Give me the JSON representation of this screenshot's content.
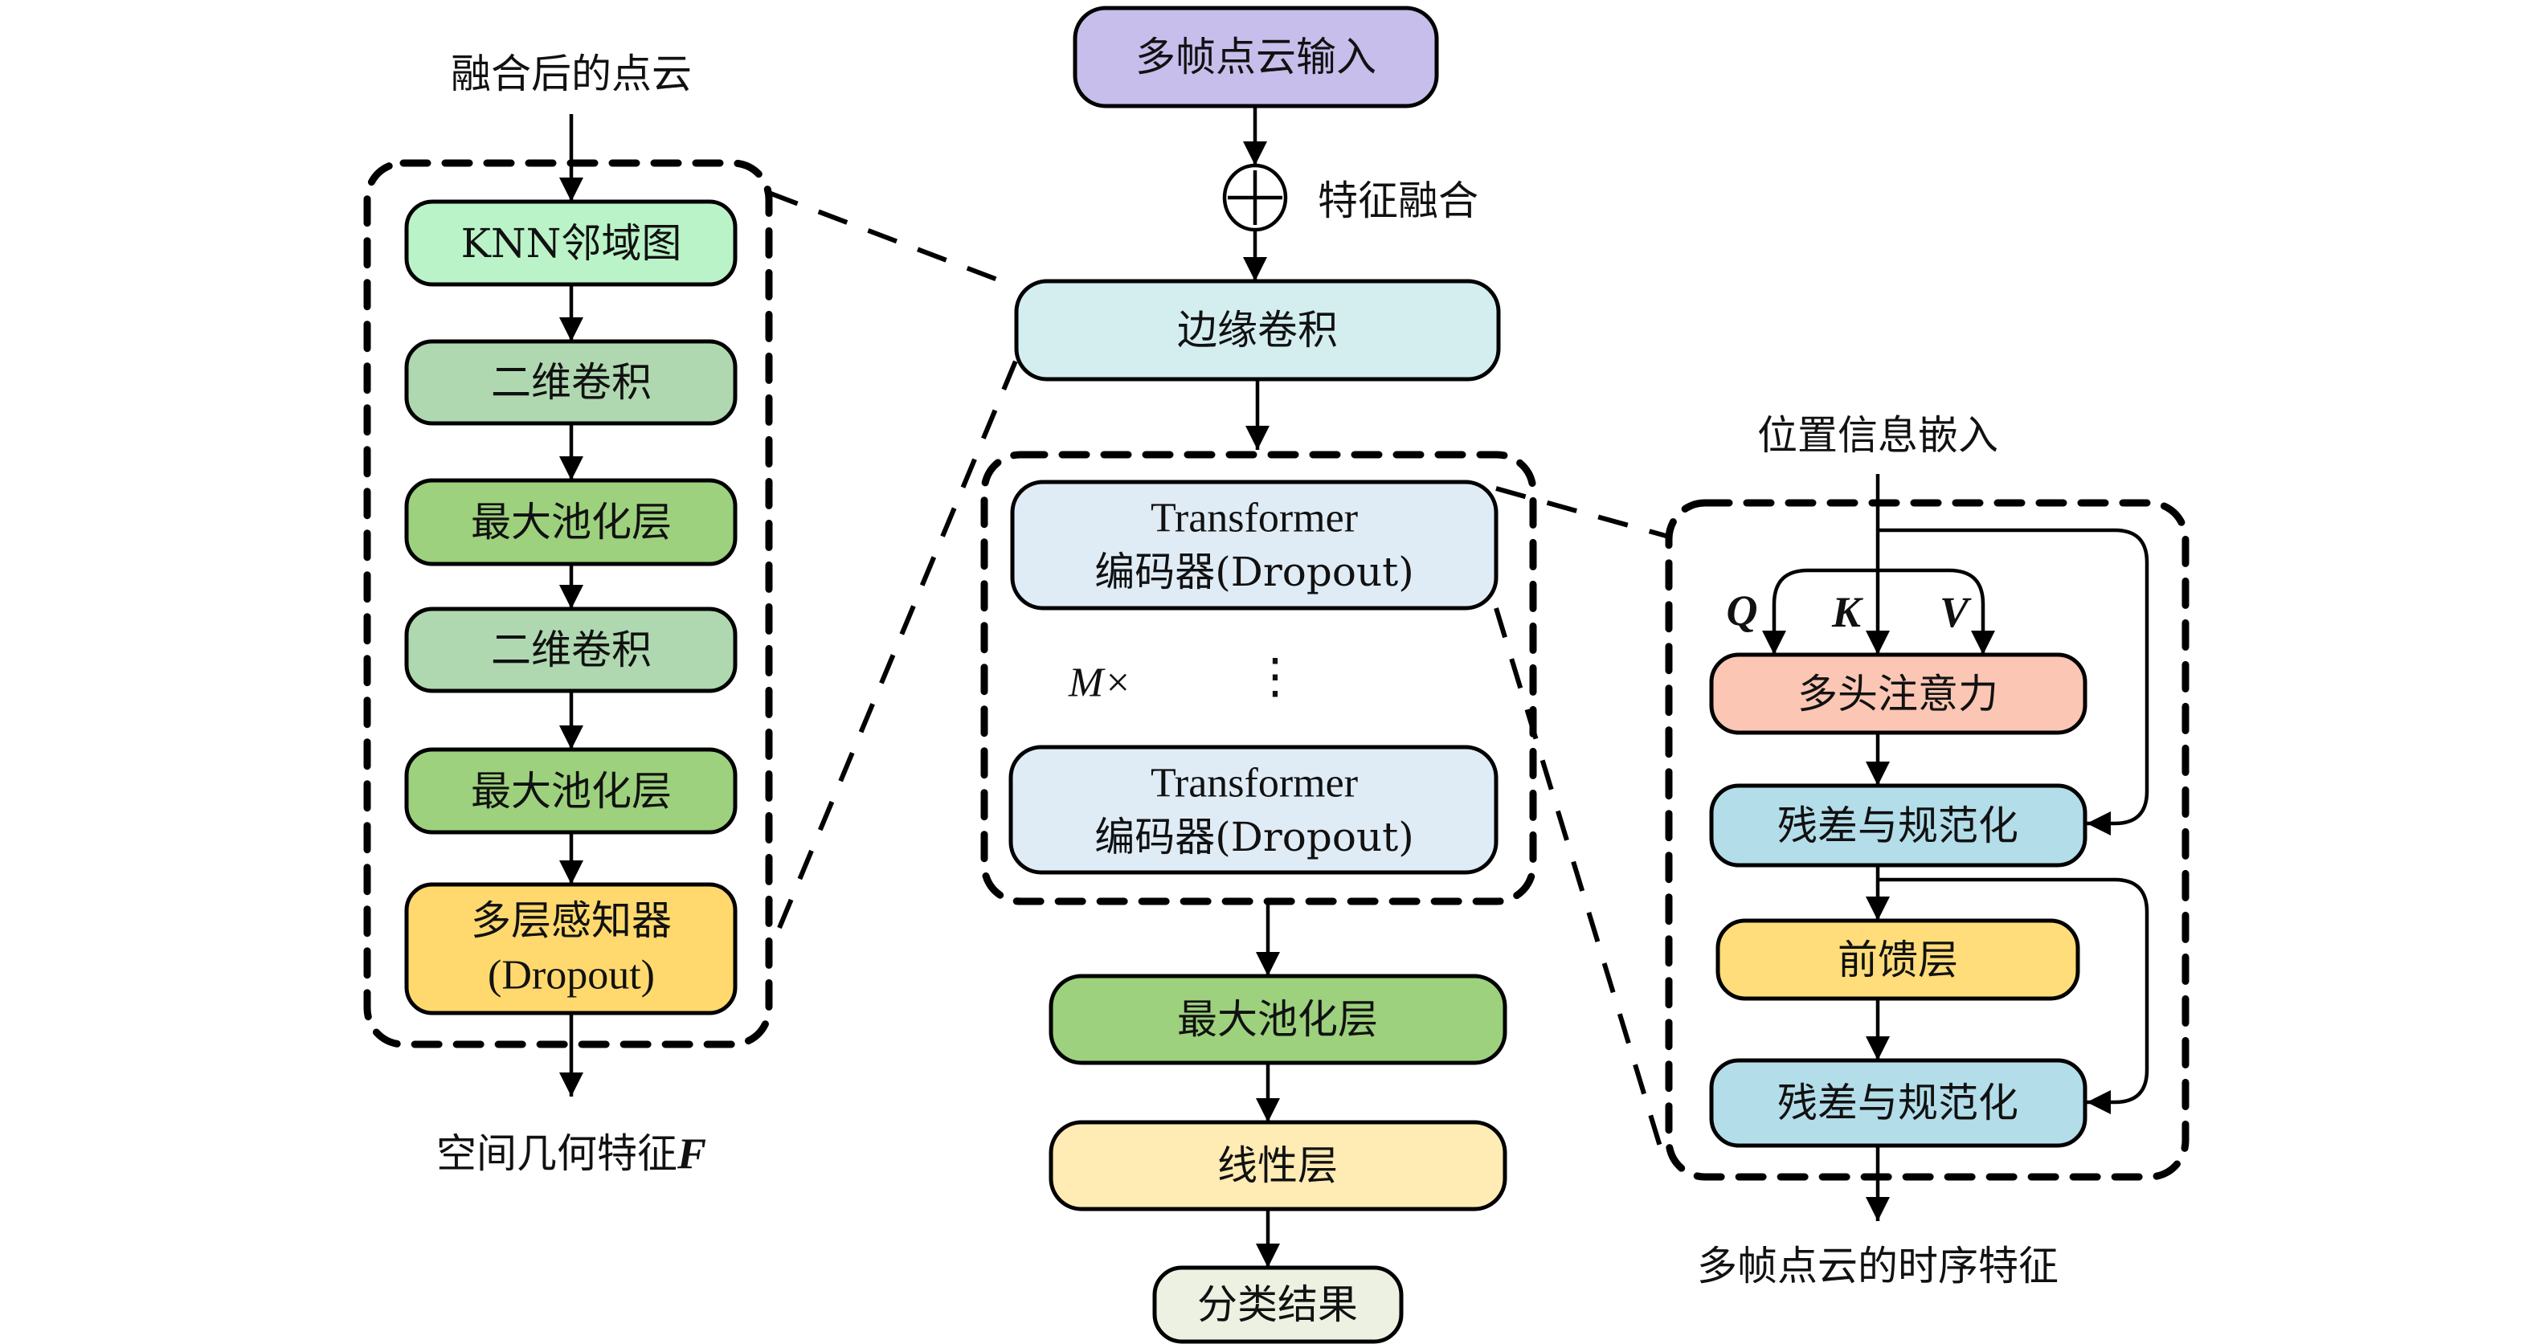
{
  "left": {
    "input_label": "融合后的点云",
    "blocks": [
      {
        "label": "KNN邻域图"
      },
      {
        "label": "二维卷积"
      },
      {
        "label": "最大池化层"
      },
      {
        "label": "二维卷积"
      },
      {
        "label": "最大池化层"
      },
      {
        "label_line1": "多层感知器",
        "label_line2": "(Dropout)"
      }
    ],
    "output_label": "空间几何特征",
    "output_symbol": "F"
  },
  "center": {
    "input_block": "多帧点云输入",
    "fusion_symbol": "+",
    "fusion_label": "特征融合",
    "edge_conv": "边缘卷积",
    "transformer_line1": "Transformer",
    "transformer_line2": "编码器(Dropout)",
    "repeat_label": "M×",
    "ellipsis": "⋮",
    "maxpool": "最大池化层",
    "linear": "线性层",
    "result": "分类结果"
  },
  "right": {
    "input_label": "位置信息嵌入",
    "q": "Q",
    "k": "K",
    "v": "V",
    "attention": "多头注意力",
    "add_norm_1": "残差与规范化",
    "feed_forward": "前馈层",
    "add_norm_2": "残差与规范化",
    "output_label": "多帧点云的时序特征"
  },
  "colors": {
    "input": "#C7BEEC",
    "edge_conv": "#D4EEF0",
    "transformer": "#DFECF6",
    "maxpool": "#9DD17D",
    "linear": "#FFEBB4",
    "result": "#ECF1E2",
    "knn": "#BBF3C8",
    "conv2d": "#AFD8B0",
    "mlp": "#FFD96E",
    "attention": "#FBC6B3",
    "add_norm": "#B3DDE9",
    "feed_forward": "#FFDD7A"
  }
}
